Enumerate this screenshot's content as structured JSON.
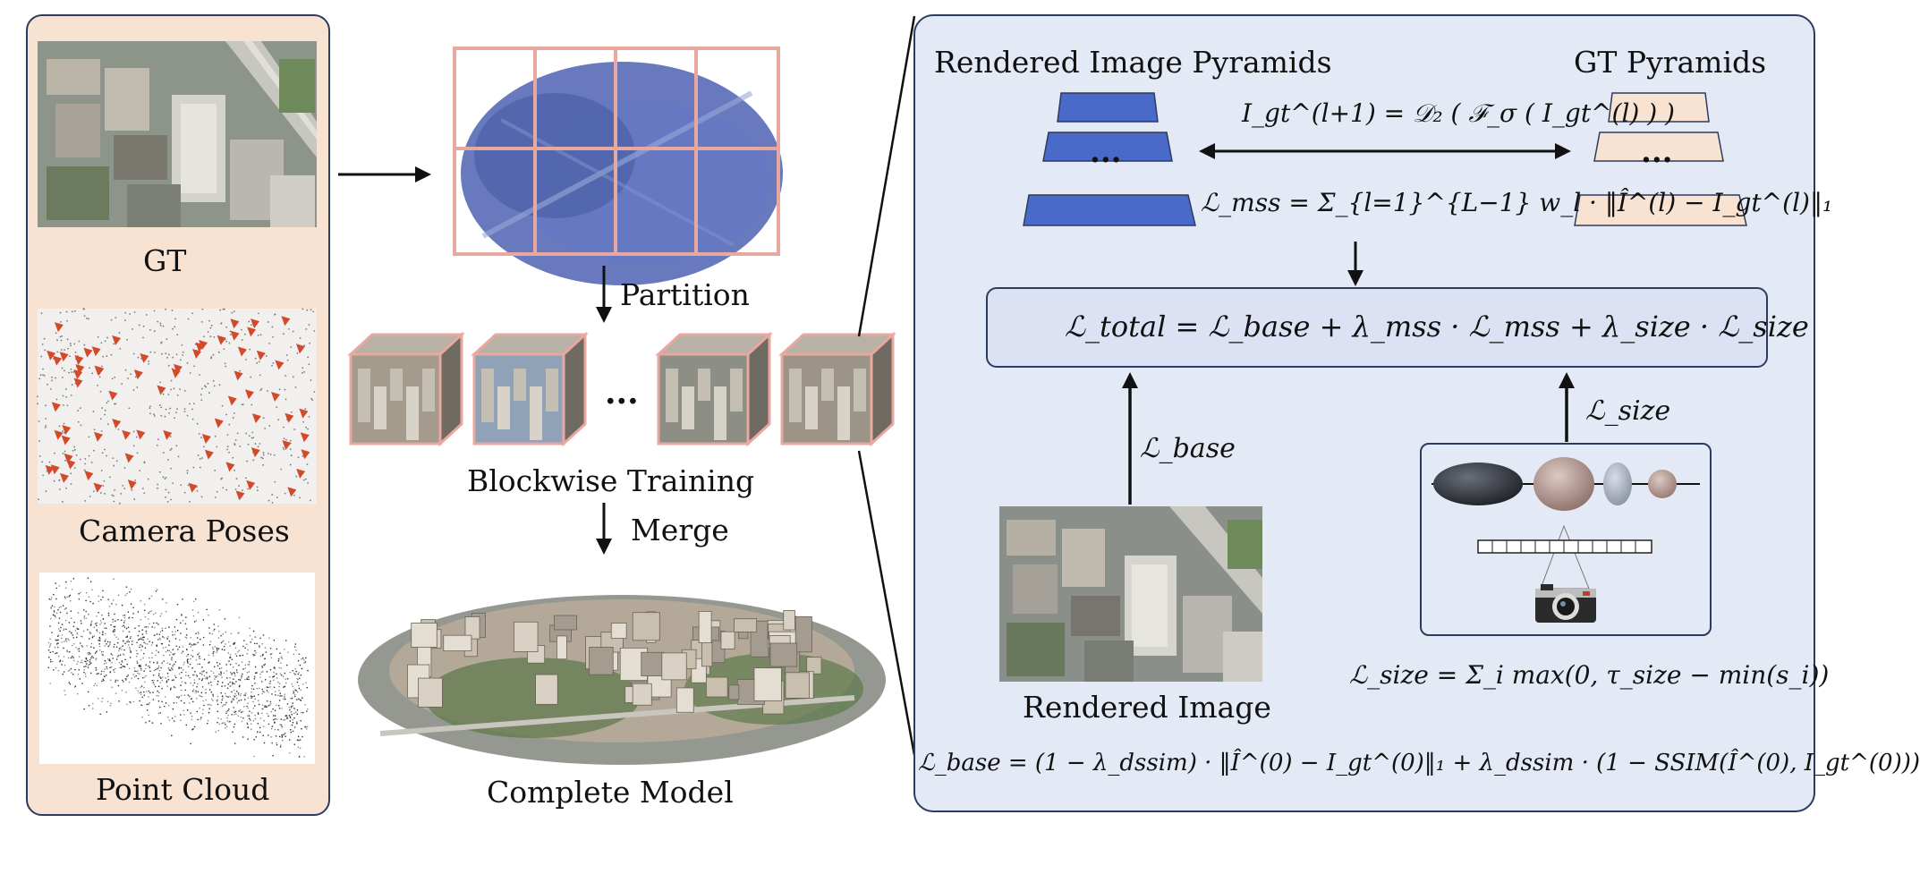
{
  "left_panel": {
    "gt_label": "GT",
    "camera_label": "Camera Poses",
    "point_cloud_label": "Point Cloud"
  },
  "middle": {
    "partition_label": "Partition",
    "blockwise_label": "Blockwise Training",
    "ellipsis": "...",
    "merge_label": "Merge",
    "complete_label": "Complete Model"
  },
  "right_panel": {
    "rendered_pyramids_title": "Rendered Image Pyramids",
    "gt_pyramids_title": "GT Pyramids",
    "pyramid_ellipsis": "...",
    "downsample_eq": "I_gt^(l+1) = 𝒟₂ ( ℱ_σ ( I_gt^(l) ) )",
    "mss_eq": "ℒ_mss = Σ_{l=1}^{L−1} w_l · ‖Î^(l) − I_gt^(l)‖₁",
    "total_eq": "ℒ_total = ℒ_base + λ_mss · ℒ_mss + λ_size · ℒ_size",
    "base_arrow_label": "ℒ_base",
    "size_arrow_label": "ℒ_size",
    "rendered_image_label": "Rendered Image",
    "size_eq": "ℒ_size = Σ_i max(0, τ_size − min(s_i))",
    "base_eq": "ℒ_base = (1 − λ_dssim) · ‖Î^(0) − I_gt^(0)‖₁ + λ_dssim · (1 − SSIM(Î^(0), I_gt^(0)))"
  },
  "colors": {
    "left_panel_bg": "#f8e3d3",
    "right_panel_bg": "#e3eaf5",
    "rendered_pyramid": "#4a6ac9",
    "gt_pyramid": "#f8e3d3",
    "grid_lines": "#e8a8a0",
    "camera_marker": "#d24a2a",
    "panel_border": "#2d3b5e"
  },
  "icons": [
    "camera-icon",
    "gaussian-ellipsoid-icon"
  ]
}
